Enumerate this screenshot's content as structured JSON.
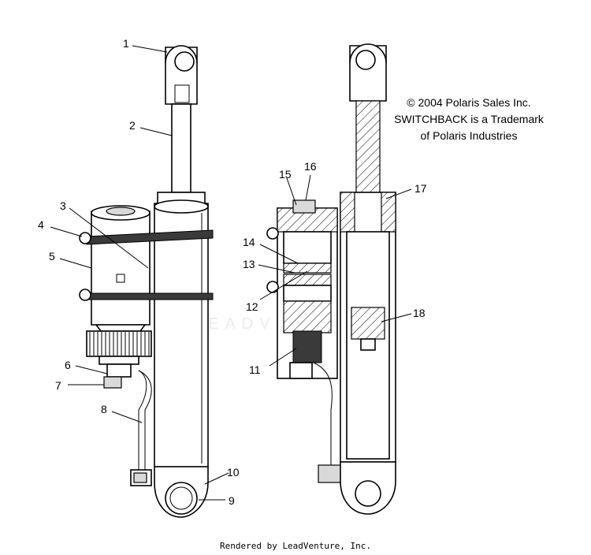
{
  "watermark": "LEADVENTURE",
  "copyright": {
    "line1": "© 2004 Polaris Sales Inc.",
    "line2": "SWITCHBACK is a Trademark",
    "line3": "of Polaris Industries"
  },
  "footer": "Rendered by LeadVenture, Inc.",
  "callouts": {
    "c1": "1",
    "c2": "2",
    "c3": "3",
    "c4": "4",
    "c5": "5",
    "c6": "6",
    "c7": "7",
    "c8": "8",
    "c9": "9",
    "c10": "10",
    "c11": "11",
    "c12": "12",
    "c13": "13",
    "c14": "14",
    "c15": "15",
    "c16": "16",
    "c17": "17",
    "c18": "18"
  }
}
